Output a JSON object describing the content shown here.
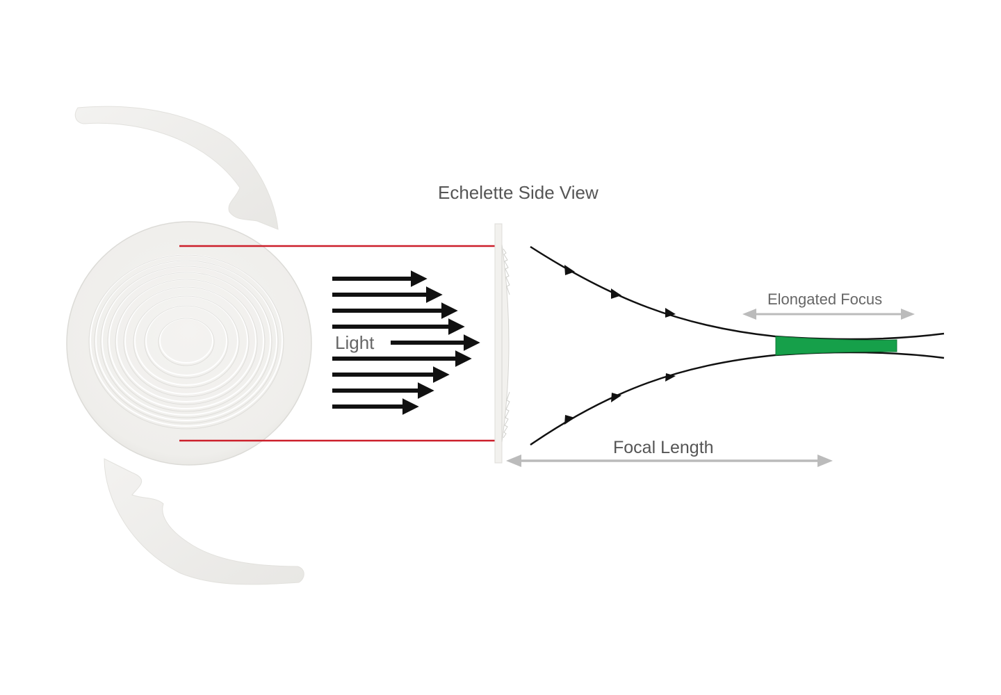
{
  "diagram": {
    "title": "Echelette Side View",
    "light_label": "Light",
    "elongated_focus_label": "Elongated Focus",
    "focal_length_label": "Focal Length",
    "lens": {
      "name": "intraocular-lens-with-echelette-rings",
      "ring_count": 9
    },
    "light_arrows": {
      "count": 9,
      "color": "#111111"
    },
    "colors": {
      "guide_lines": "#cc1f2a",
      "focus_zone": "#16a04a",
      "dimension_arrows": "#bbbbbb",
      "rays": "#111111",
      "lens_fill": "#f2f1ee"
    }
  }
}
